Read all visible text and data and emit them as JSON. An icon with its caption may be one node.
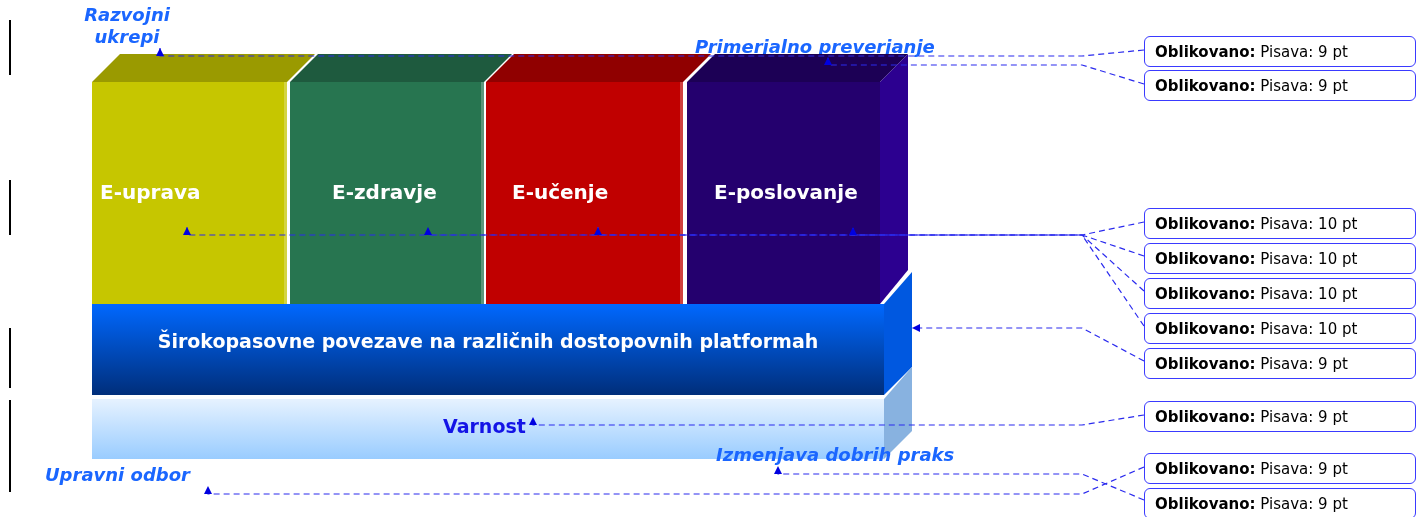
{
  "diagram": {
    "nodes": [
      {
        "text": [
          "Razvojni ukrepi"
        ]
      },
      {
        "text": [
          "Primerjalno preverjanje"
        ]
      },
      {
        "text": [
          "E-uprava"
        ]
      },
      {
        "text": [
          "E-zdravje"
        ]
      },
      {
        "text": [
          "E-učenje"
        ]
      },
      {
        "text": [
          "E-poslovanje"
        ]
      },
      {
        "text": [
          "Širokopasovne povezave na različnih dostopovnih platformah"
        ]
      },
      {
        "text": [
          "Varnost"
        ]
      },
      {
        "text": [
          "Upravni odbor"
        ]
      },
      {
        "text": [
          "Izmenjava dobrih praks"
        ]
      },
      {
        "text": [
          "**Oblikovano:** Pisava: 9 pt"
        ]
      },
      {
        "text": [
          "**Oblikovano:** Pisava: 9 pt"
        ]
      },
      {
        "text": [
          "**Oblikovano:** Pisava: 10 pt"
        ]
      },
      {
        "text": [
          "**Oblikovano:** Pisava: 10 pt"
        ]
      },
      {
        "text": [
          "**Oblikovano:** Pisava: 10 pt"
        ]
      },
      {
        "text": [
          "**Oblikovano:** Pisava: 10 pt"
        ]
      },
      {
        "text": [
          "**Oblikovano:** Pisava: 9 pt"
        ]
      },
      {
        "text": [
          "**Oblikovano:** Pisava: 9 pt"
        ]
      },
      {
        "text": [
          "**Oblikovano:** Pisava: 9 pt"
        ]
      },
      {
        "text": [
          "**Oblikovano:** Pisava: 9 pt"
        ]
      }
    ],
    "edges": [
      {
        "from": 10,
        "to": 0,
        "arrow": "to",
        "style": "dashed"
      },
      {
        "from": 11,
        "to": 1,
        "arrow": "to",
        "style": "dashed"
      },
      {
        "from": 12,
        "to": 2,
        "arrow": "to",
        "style": "dashed"
      },
      {
        "from": 13,
        "to": 3,
        "arrow": "to",
        "style": "dashed"
      },
      {
        "from": 14,
        "to": 4,
        "arrow": "to",
        "style": "dashed"
      },
      {
        "from": 15,
        "to": 5,
        "arrow": "to",
        "style": "dashed"
      },
      {
        "from": 16,
        "to": 6,
        "arrow": "to",
        "style": "dashed"
      },
      {
        "from": 17,
        "to": 7,
        "arrow": "to",
        "style": "dashed"
      },
      {
        "from": 18,
        "to": 8,
        "arrow": "to",
        "style": "dashed"
      },
      {
        "from": 19,
        "to": 9,
        "arrow": "to",
        "style": "dashed"
      }
    ]
  }
}
